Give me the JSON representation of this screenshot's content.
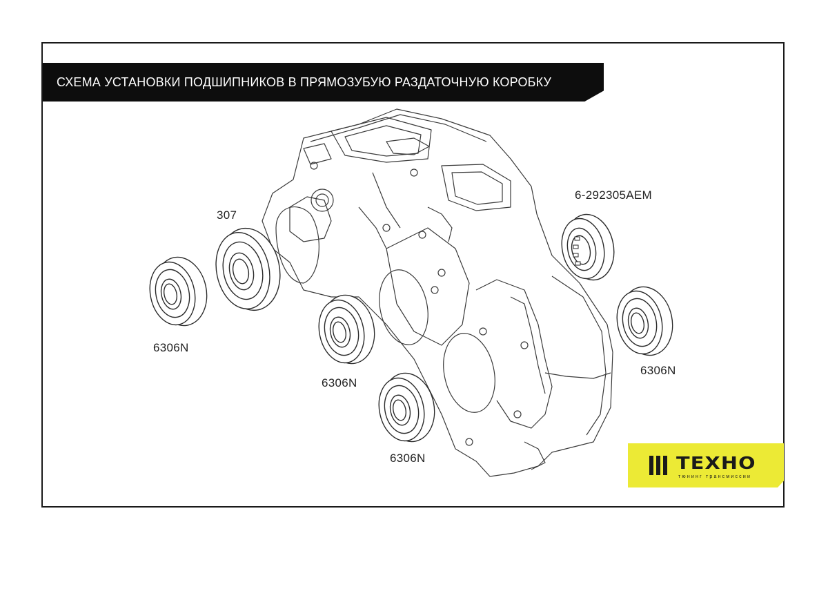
{
  "title": "СХЕМА УСТАНОВКИ ПОДШИПНИКОВ В ПРЯМОЗУБУЮ РАЗДАТОЧНУЮ КОРОБКУ",
  "bearings": {
    "b1": "6306N",
    "b2": "307",
    "b3": "6306N",
    "b4": "6306N",
    "b5": "6-292305АЕМ",
    "b6": "6306N"
  },
  "logo": {
    "brand": "ТЕХНО",
    "tagline": "тюнинг трансмиссии",
    "background": "#ecea35"
  },
  "colors": {
    "line": "#2a2a2a",
    "title_bar": "#0d0d0d"
  }
}
